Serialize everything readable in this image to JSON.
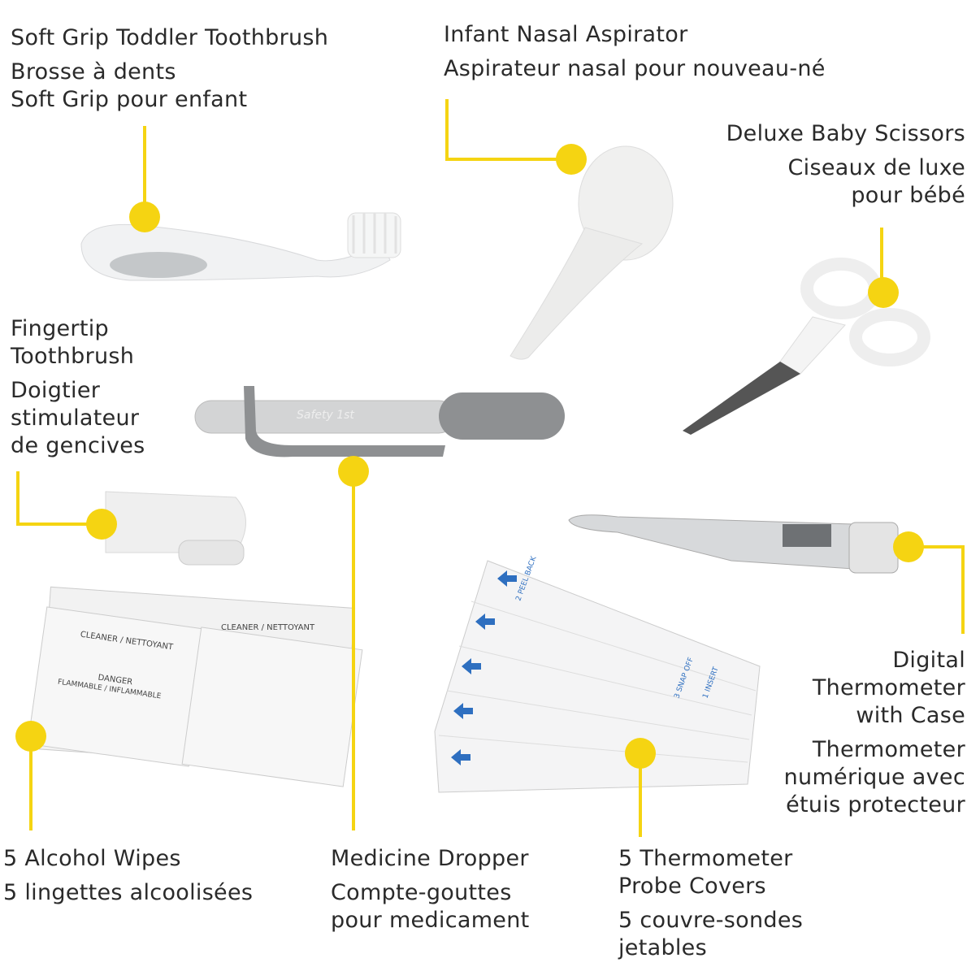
{
  "accent_color": "#f5d412",
  "items": [
    {
      "id": "toothbrush",
      "en": [
        "Soft Grip Toddler Toothbrush"
      ],
      "fr": [
        "Brosse à dents",
        "Soft Grip pour enfant"
      ]
    },
    {
      "id": "aspirator",
      "en": [
        "Infant Nasal Aspirator"
      ],
      "fr": [
        "Aspirateur nasal pour nouveau-né"
      ]
    },
    {
      "id": "scissors",
      "en": [
        "Deluxe Baby Scissors"
      ],
      "fr": [
        "Ciseaux de luxe",
        "pour bébé"
      ]
    },
    {
      "id": "fingertip",
      "en": [
        "Fingertip",
        "Toothbrush"
      ],
      "fr": [
        "Doigtier",
        "stimulateur",
        "de gencives"
      ]
    },
    {
      "id": "thermometer",
      "en": [
        "Digital",
        "Thermometer",
        "with Case"
      ],
      "fr": [
        "Thermometer",
        "numérique avec",
        "étuis protecteur"
      ]
    },
    {
      "id": "wipes",
      "en": [
        "5 Alcohol Wipes"
      ],
      "fr": [
        "5 lingettes alcoolisées"
      ]
    },
    {
      "id": "dropper",
      "en": [
        "Medicine Dropper"
      ],
      "fr": [
        "Compte-gouttes",
        "pour medicament"
      ]
    },
    {
      "id": "probe_covers",
      "en": [
        "5 Thermometer",
        "Probe Covers"
      ],
      "fr": [
        "5 couvre-sondes",
        "jetables"
      ]
    }
  ],
  "product_print": {
    "brand": "Safety 1st",
    "wipe_title": "CLEANER / NETTOYANT",
    "wipe_warning": "DANGER",
    "wipe_warning_sub": "FLAMMABLE / INFLAMMABLE",
    "cover_peel": "2 PEEL BACK",
    "cover_snap": "3 SNAP OFF",
    "cover_insert": "1 INSERT"
  }
}
